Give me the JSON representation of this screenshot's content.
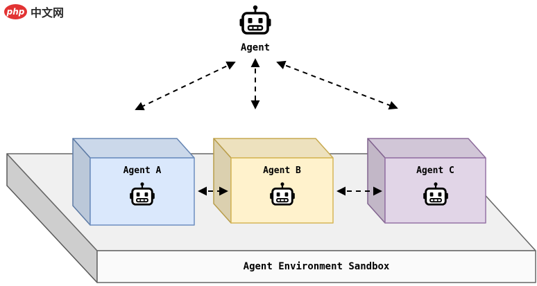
{
  "logo": {
    "brand": "php",
    "site_name": "中文网",
    "brand_color": "#e23333"
  },
  "top_agent": {
    "label": "Agent"
  },
  "boxes": [
    {
      "id": "agent-a",
      "label": "Agent A",
      "fill": "#dae8fc",
      "stroke": "#6c8ebf"
    },
    {
      "id": "agent-b",
      "label": "Agent B",
      "fill": "#fff2cc",
      "stroke": "#d6b656"
    },
    {
      "id": "agent-c",
      "label": "Agent C",
      "fill": "#e1d5e7",
      "stroke": "#9673a6"
    }
  ],
  "platform": {
    "label": "Agent Environment Sandbox",
    "fill": "#f0f0f0",
    "front_fill": "#fafafa",
    "stroke": "#666666"
  },
  "connections": [
    {
      "from": "Agent",
      "to": "Agent A",
      "style": "dashed",
      "bidirectional": true
    },
    {
      "from": "Agent",
      "to": "Agent B",
      "style": "dashed",
      "bidirectional": true
    },
    {
      "from": "Agent",
      "to": "Agent C",
      "style": "dashed",
      "bidirectional": true
    },
    {
      "from": "Agent A",
      "to": "Agent B",
      "style": "dashed",
      "bidirectional": true
    },
    {
      "from": "Agent B",
      "to": "Agent C",
      "style": "dashed",
      "bidirectional": true
    }
  ],
  "arrow_color": "#000000"
}
